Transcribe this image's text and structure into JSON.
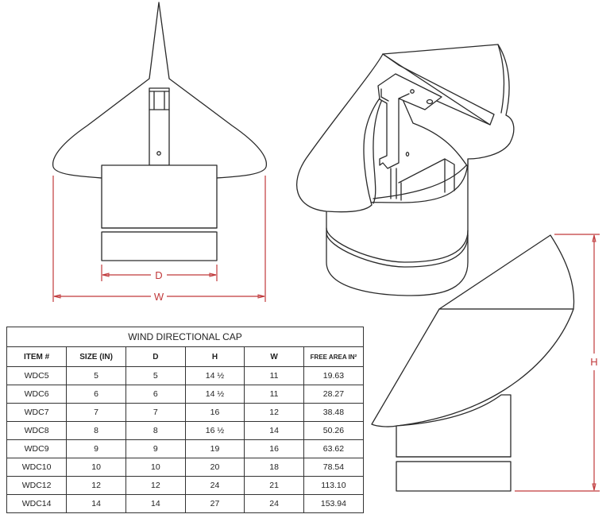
{
  "dimensions": {
    "front_view": {
      "diameter_label": "D",
      "width_label": "W"
    },
    "side_view": {
      "height_label": "H"
    }
  },
  "colors": {
    "dimension_lines": "#c0393b",
    "drawing_lines": "#2a2a2a"
  },
  "table": {
    "title": "WIND DIRECTIONAL CAP",
    "headers": [
      "ITEM #",
      "SIZE (IN)",
      "D",
      "H",
      "W",
      "FREE AREA IN²"
    ],
    "rows": [
      [
        "WDC5",
        "5",
        "5",
        "14 ½",
        "11",
        "19.63"
      ],
      [
        "WDC6",
        "6",
        "6",
        "14 ½",
        "11",
        "28.27"
      ],
      [
        "WDC7",
        "7",
        "7",
        "16",
        "12",
        "38.48"
      ],
      [
        "WDC8",
        "8",
        "8",
        "16 ½",
        "14",
        "50.26"
      ],
      [
        "WDC9",
        "9",
        "9",
        "19",
        "16",
        "63.62"
      ],
      [
        "WDC10",
        "10",
        "10",
        "20",
        "18",
        "78.54"
      ],
      [
        "WDC12",
        "12",
        "12",
        "24",
        "21",
        "113.10"
      ],
      [
        "WDC14",
        "14",
        "14",
        "27",
        "24",
        "153.94"
      ]
    ]
  }
}
